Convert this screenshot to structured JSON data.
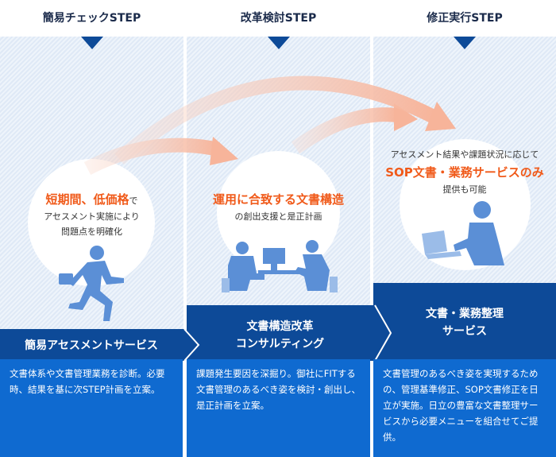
{
  "steps": [
    {
      "header": "簡易チェックSTEP",
      "highlight": "短期間、低価格",
      "highlight_suffix": "で",
      "sub_lines": [
        "アセスメント実施により",
        "問題点を明確化"
      ],
      "service": "簡易アセスメントサービス",
      "description": "文書体系や文書管理業務を診断。必要時、結果を基に次STEP計画を立案。"
    },
    {
      "header": "改革検討STEP",
      "highlight": "運用に合致する文書構造",
      "sub_lines": [
        "の創出支援と是正計画"
      ],
      "service_lines": [
        "文書構造改革",
        "コンサルティング"
      ],
      "description": "課題発生要因を深掘り。御社にFITする文書管理のあるべき姿を検討・創出し、是正計画を立案。"
    },
    {
      "header": "修正実行STEP",
      "pre_line": "アセスメント結果や課題状況に応じて",
      "highlight": "SOP文書・業務サービスのみ",
      "sub_lines": [
        "提供も可能"
      ],
      "service_lines": [
        "文書・業務整理",
        "サービス"
      ],
      "description": "文書管理のあるべき姿を実現するための、管理基準修正、SOP文書修正を日立が実施。日立の豊富な文書整理サービスから必要メニューを組合せてご提供。"
    }
  ],
  "colors": {
    "dark_blue": "#0d4a98",
    "mid_blue": "#0f6ad0",
    "accent": "#f05a1a"
  }
}
